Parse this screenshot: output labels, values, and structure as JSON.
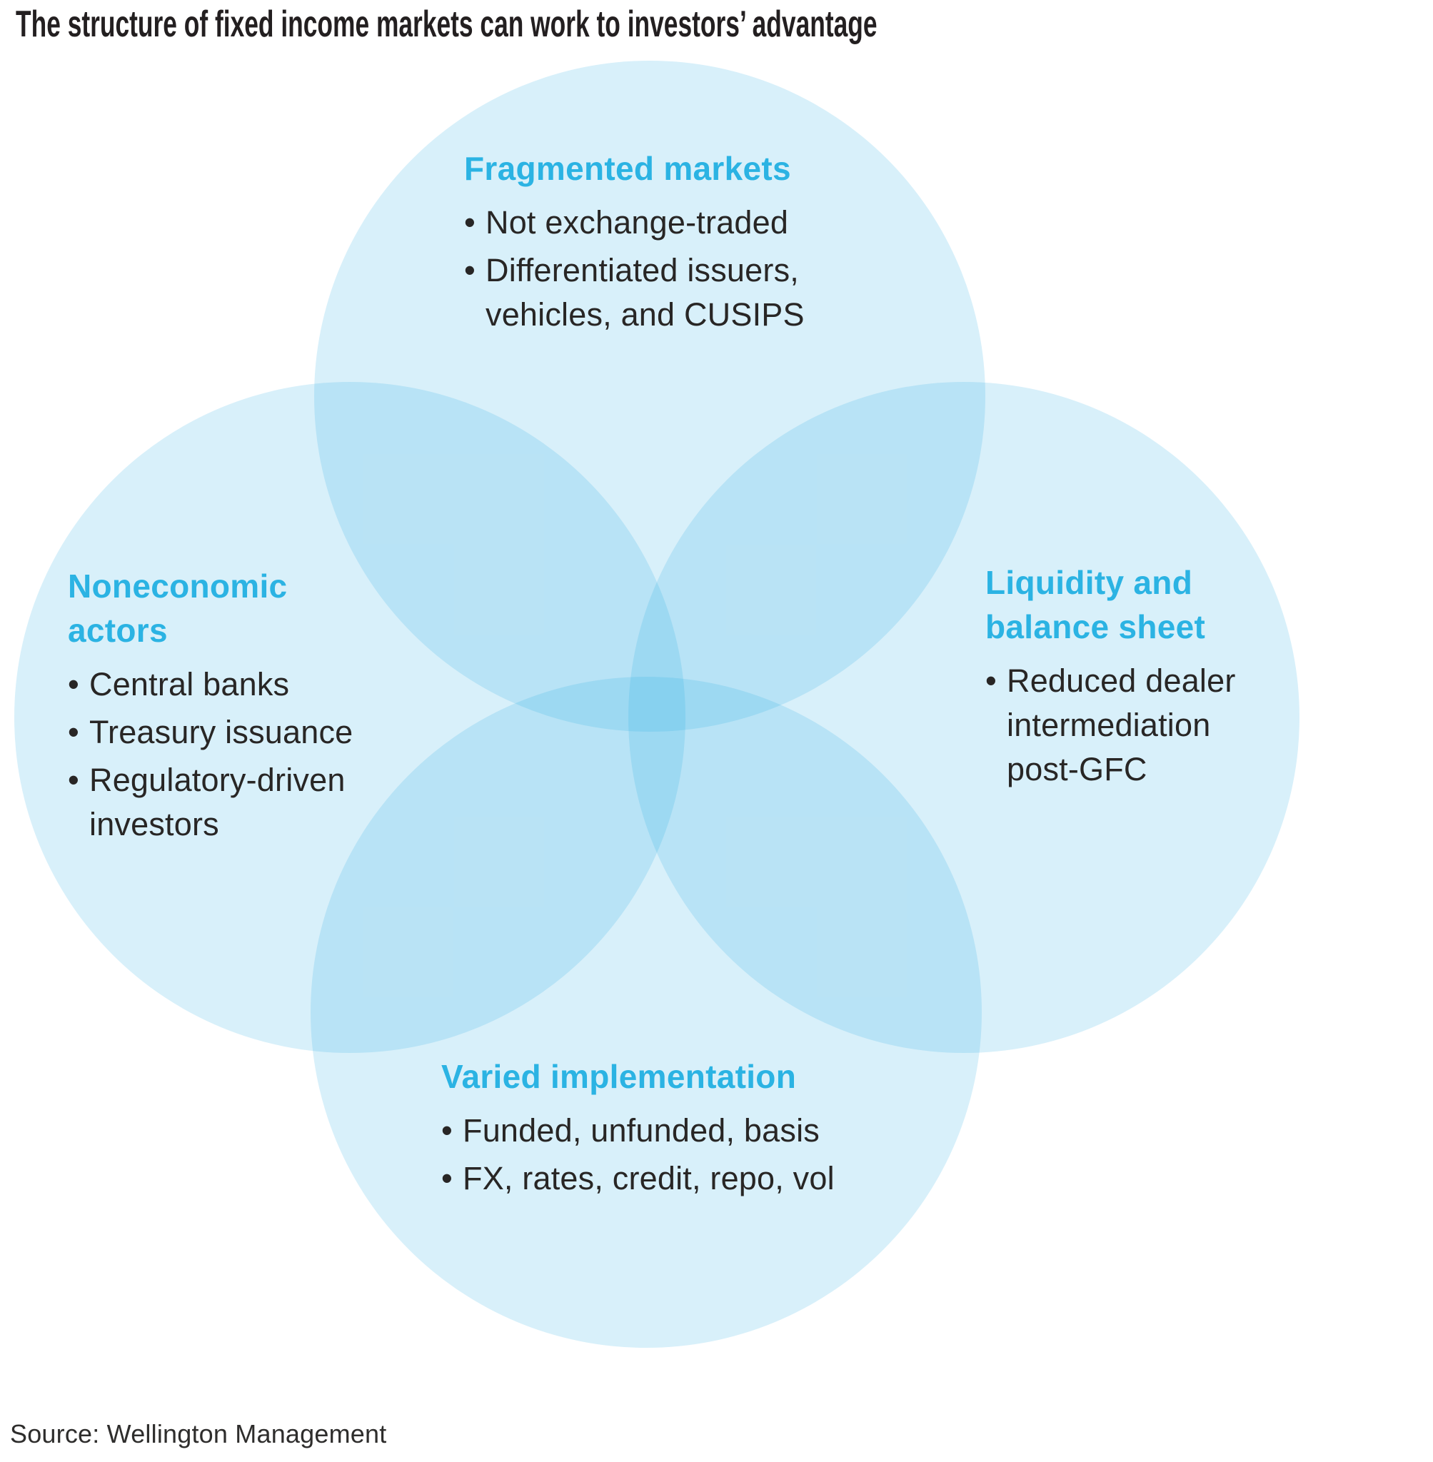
{
  "title": "The structure of fixed income markets can work to investors’ advantage",
  "source": "Source: Wellington Management",
  "bullet_char": "•",
  "colors": {
    "circle_fill": "rgba(41,171,226,0.18)",
    "heading": "#2bb3e3",
    "body": "#282625",
    "title": "#231f20",
    "source": "#2e2d2c",
    "page_bg": "#ffffff"
  },
  "diagram_type": "venn-4-circle",
  "sections": [
    {
      "id": "fragmented-markets",
      "position": "top",
      "heading": "Fragmented markets",
      "bullets": [
        "Not exchange-traded",
        "Differentiated issuers,\nvehicles, and CUSIPS"
      ]
    },
    {
      "id": "noneconomic-actors",
      "position": "left",
      "heading": "Noneconomic\nactors",
      "bullets": [
        "Central banks",
        "Treasury issuance",
        "Regulatory-driven\ninvestors"
      ]
    },
    {
      "id": "liquidity-and-balance-sheet",
      "position": "right",
      "heading": "Liquidity and\nbalance sheet",
      "bullets": [
        "Reduced dealer\nintermediation\npost-GFC"
      ]
    },
    {
      "id": "varied-implementation",
      "position": "bottom",
      "heading": "Varied implementation",
      "bullets": [
        "Funded, unfunded, basis",
        "FX, rates, credit, repo, vol"
      ]
    }
  ]
}
